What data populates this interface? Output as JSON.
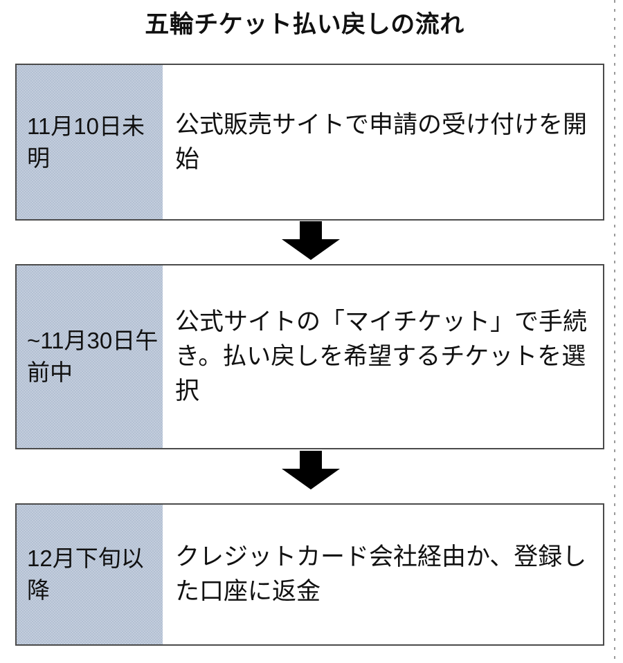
{
  "title": "五輪チケット払い戻しの流れ",
  "colors": {
    "date_cell_fill": "#c3cddc",
    "date_cell_pattern": "#b3c0d3",
    "box_border": "#4a4a4a",
    "arrow": "#000000",
    "text": "#111111",
    "edge_rule": "#9a9a9a",
    "background": "#ffffff"
  },
  "steps": [
    {
      "date": "11月10日未明",
      "body": "公式販売サイトで申請の受け付けを開始"
    },
    {
      "date": "~11月30日午前中",
      "body": "公式サイトの「マイチケット」で手続き。払い戻しを希望するチケットを選択"
    },
    {
      "date": "12月下旬以降",
      "body": "クレジットカード会社経由か、登録した口座に返金"
    }
  ],
  "arrows": [
    {
      "icon": "arrow-down-icon",
      "from_step": 0,
      "to_step": 1
    },
    {
      "icon": "arrow-down-icon",
      "from_step": 1,
      "to_step": 2
    }
  ]
}
